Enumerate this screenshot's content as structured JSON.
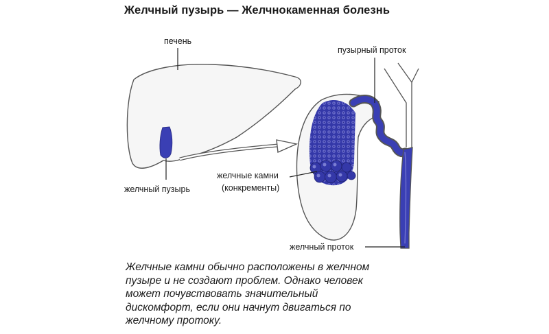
{
  "title": "Желчный пузырь — Желчнокаменная болезнь",
  "labels": {
    "liver": "печень",
    "cystic_duct": "пузырный проток",
    "gallstones_line1": "желчные камни",
    "gallstones_line2": "(конкременты)",
    "gallbladder": "желчный пузырь",
    "bile_duct": "желчный проток"
  },
  "caption_lines": [
    "Желчные камни обычно расположены в желчном",
    "пузыре и не создают проблем. Однако человек",
    "может почувствовать значительный",
    "дискомфорт, если они начнут двигаться по",
    "желчному протоку."
  ],
  "colors": {
    "bile": "#3a3fb4",
    "stones": "#3438a8",
    "outline": "#555555",
    "organ_fill": "#f6f6f6"
  }
}
